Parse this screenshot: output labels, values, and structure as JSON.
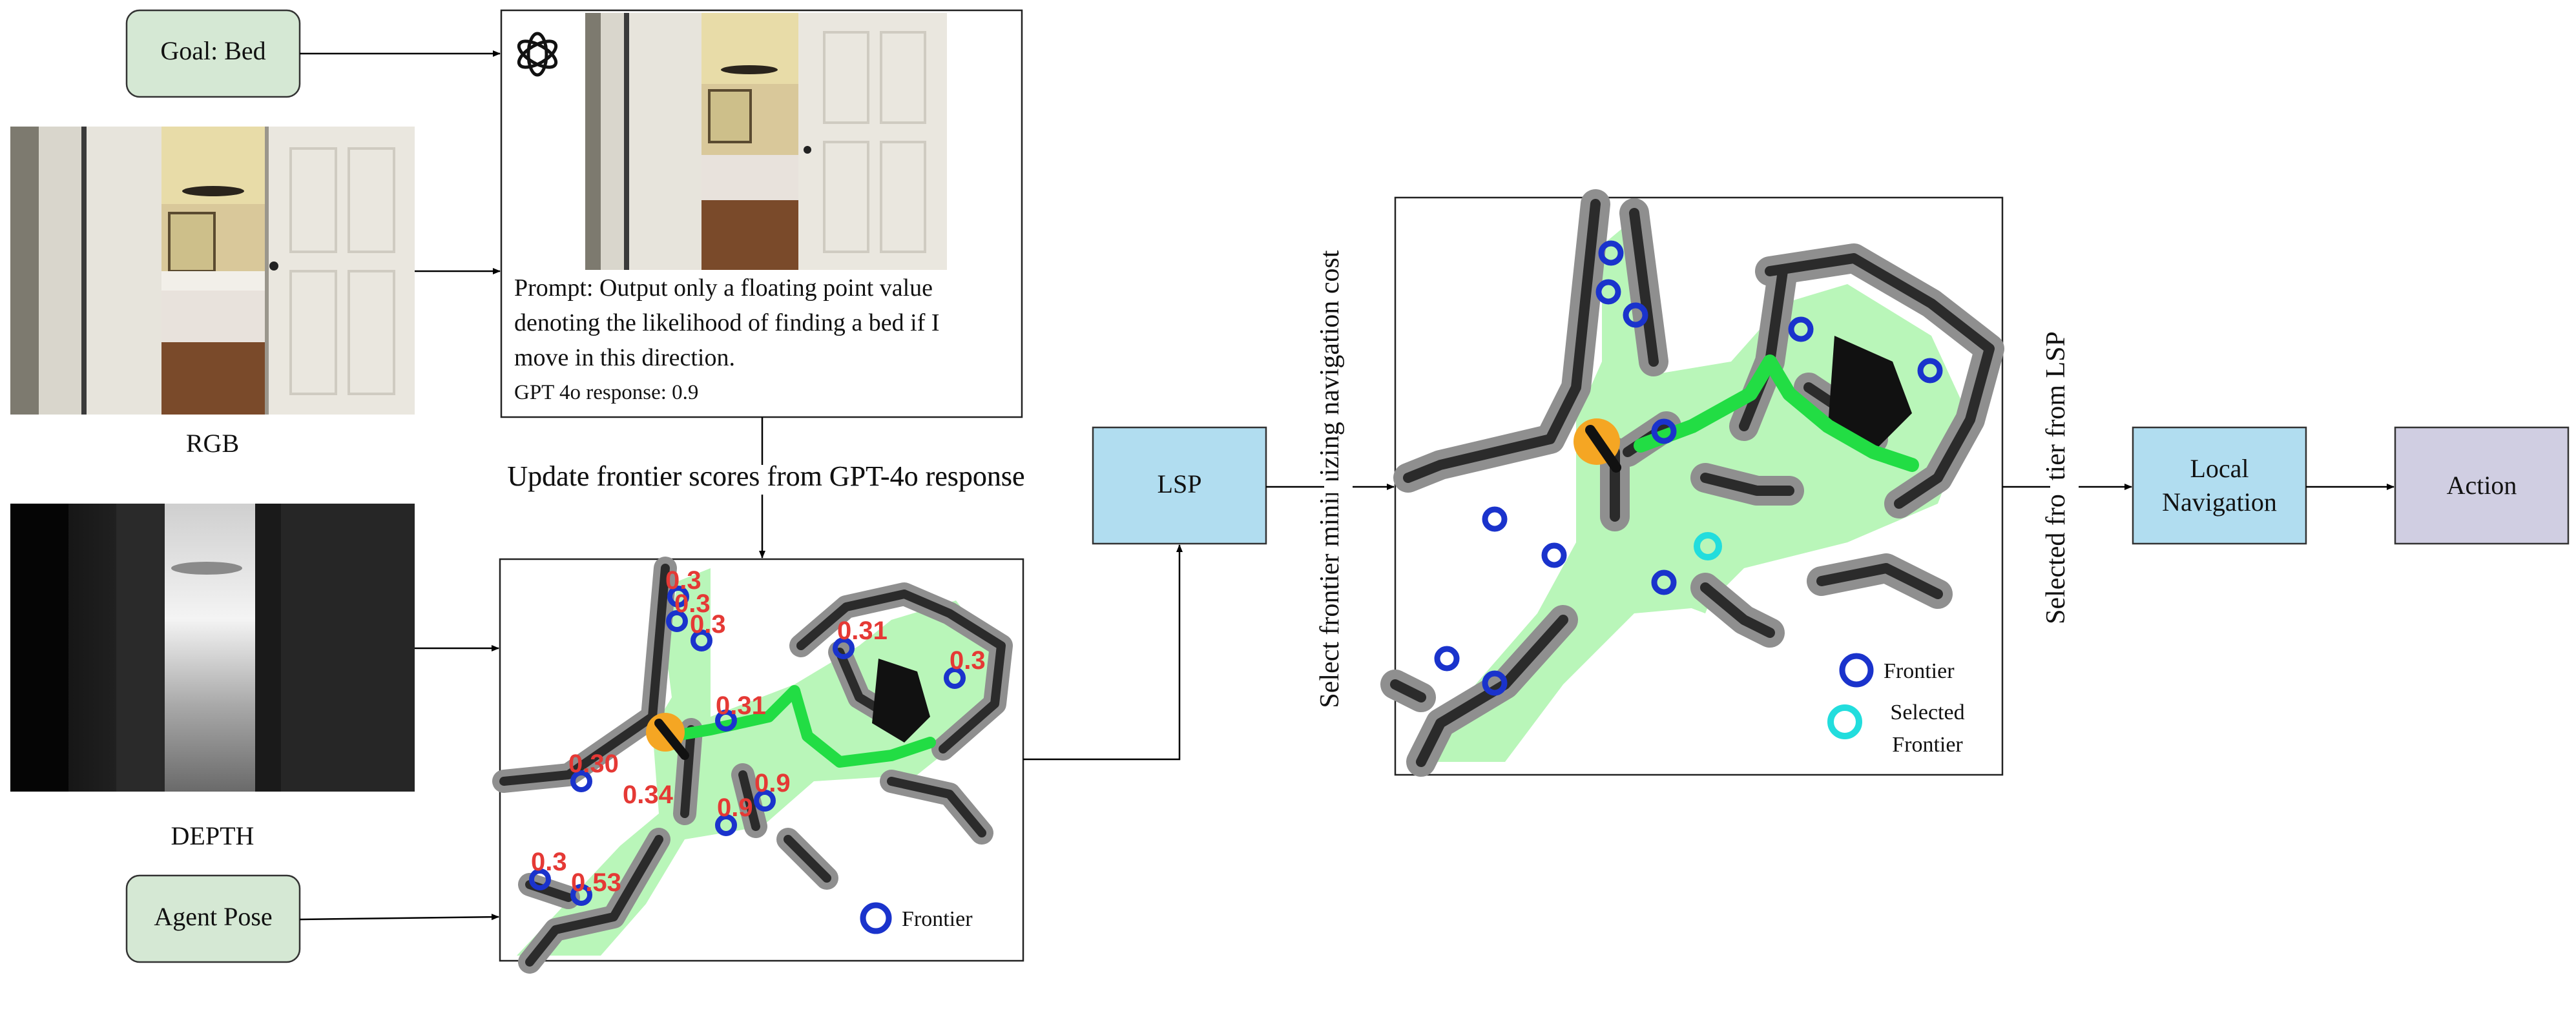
{
  "inputs": {
    "goal_label": "Goal: Bed",
    "rgb_caption": "RGB",
    "depth_caption": "DEPTH",
    "pose_label": "Agent Pose"
  },
  "gpt_panel": {
    "logo_icon": "openai-logo-icon",
    "prompt_lines": [
      "Prompt: Output only a floating point value",
      "denoting the likelihood of finding a bed if I",
      "move in this direction."
    ],
    "response": "GPT 4o response: 0.9"
  },
  "update_label": "Update frontier scores from GPT-4o response",
  "scored_map": {
    "legend_frontier": "Frontier",
    "score_labels": [
      "0.3",
      "0.3",
      "0.3",
      "0.31",
      "0.3",
      "0.31",
      "0.30",
      "0.34",
      "0.9",
      "0.9",
      "0.3",
      "0.53"
    ]
  },
  "lsp_label": "LSP",
  "select_cost_label": "Select frontier minimizing navigation cost",
  "selection_map": {
    "legend_frontier": "Frontier",
    "legend_selected_line1": "Selected",
    "legend_selected_line2": "Frontier"
  },
  "selected_from_lsp_label": "Selected frontier from LSP",
  "local_nav_line1": "Local",
  "local_nav_line2": "Navigation",
  "action_label": "Action",
  "colors": {
    "box_green": "#d5e8d4",
    "box_blue": "#b1ddf0",
    "box_purple": "#d0cee2",
    "free_space": "#b9f6b9",
    "wall": "#2b2b2b",
    "wall_halo": "#8f8f8f",
    "path": "#22dd44",
    "agent": "#f5a623",
    "frontier": "#1a33cc",
    "selected_frontier": "#22dddd",
    "score_text": "#e53935"
  }
}
